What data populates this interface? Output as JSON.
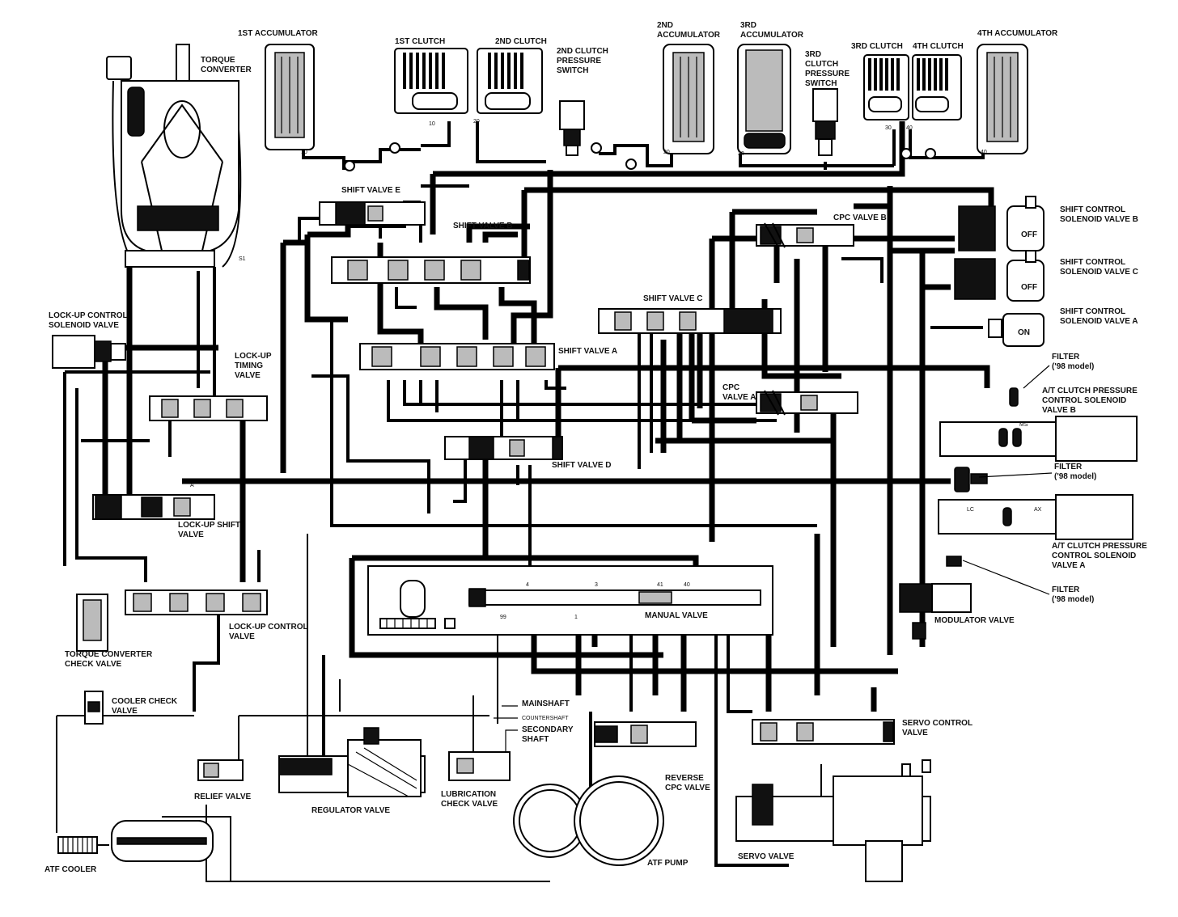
{
  "labels": {
    "accum1": "1ST ACCUMULATOR",
    "clutch1": "1ST CLUTCH",
    "clutch2": "2ND CLUTCH",
    "sw2": [
      "2ND CLUTCH",
      "PRESSURE",
      "SWITCH"
    ],
    "accum2": [
      "2ND",
      "ACCUMULATOR"
    ],
    "accum3": [
      "3RD",
      "ACCUMULATOR"
    ],
    "sw3": [
      "3RD",
      "CLUTCH",
      "PRESSURE",
      "SWITCH"
    ],
    "clutch3": "3RD CLUTCH",
    "clutch4": "4TH CLUTCH",
    "accum4": "4TH ACCUMULATOR",
    "torque_converter": [
      "TORQUE",
      "CONVERTER"
    ],
    "shift_valve_e": "SHIFT VALVE E",
    "shift_valve_b": "SHIFT VALVE B",
    "cpc_valve_b": "CPC VALVE B",
    "sol_b": [
      "SHIFT CONTROL",
      "SOLENOID VALVE B"
    ],
    "sol_c": [
      "SHIFT CONTROL",
      "SOLENOID VALVE C"
    ],
    "sol_a": [
      "SHIFT CONTROL",
      "SOLENOID VALVE A"
    ],
    "sol_b_state": "OFF",
    "sol_c_state": "OFF",
    "sol_a_state": "ON",
    "lockup_solenoid": [
      "LOCK-UP CONTROL",
      "SOLENOID VALVE"
    ],
    "shift_valve_c": "SHIFT VALVE C",
    "lockup_timing": [
      "LOCK-UP",
      "TIMING",
      "VALVE"
    ],
    "shift_valve_a": "SHIFT VALVE A",
    "filter1": [
      "FILTER",
      "('98 model)"
    ],
    "pcs_b": [
      "A/T CLUTCH PRESSURE",
      "CONTROL SOLENOID",
      "VALVE B"
    ],
    "cpc_valve_a": [
      "CPC",
      "VALVE A"
    ],
    "shift_valve_d": "SHIFT VALVE D",
    "filter2": [
      "FILTER",
      "('98 model)"
    ],
    "lockup_shift": [
      "LOCK-UP SHIFT",
      "VALVE"
    ],
    "pcs_a": [
      "A/T CLUTCH PRESSURE",
      "CONTROL SOLENOID",
      "VALVE A"
    ],
    "filter3": [
      "FILTER",
      "('98 model)"
    ],
    "manual_valve": "MANUAL VALVE",
    "modulator": "MODULATOR VALVE",
    "lockup_control": [
      "LOCK-UP CONTROL",
      "VALVE"
    ],
    "tc_check": [
      "TORQUE CONVERTER",
      "CHECK VALVE"
    ],
    "cooler_check": [
      "COOLER CHECK",
      "VALVE"
    ],
    "mainshaft": "MAINSHAFT",
    "countershaft": "COUNTERSHAFT",
    "secondary": [
      "SECONDARY",
      "SHAFT"
    ],
    "servo_control": [
      "SERVO CONTROL",
      "VALVE"
    ],
    "relief": "RELIEF VALVE",
    "regulator": "REGULATOR VALVE",
    "lube_check": [
      "LUBRICATION",
      "CHECK VALVE"
    ],
    "reverse_cpc": [
      "REVERSE",
      "CPC VALVE"
    ],
    "servo_valve": "SERVO VALVE",
    "atf_pump": "ATF PUMP",
    "atf_cooler": "ATF COOLER"
  },
  "port_numbers": {
    "accum1": "10",
    "clutch1": "10",
    "clutch2": "20",
    "accum2": "20",
    "accum3": "30",
    "clutch3": "30",
    "clutch4": "40",
    "accum4": "40",
    "line_s1": "S1",
    "line_a": "A",
    "manual_4": "4",
    "manual_3": "3",
    "manual_1": "1",
    "manual_41": "41",
    "manual_40": "40",
    "pump_99": "99",
    "ms": "MS",
    "lc": "LC",
    "ax": "AX"
  }
}
